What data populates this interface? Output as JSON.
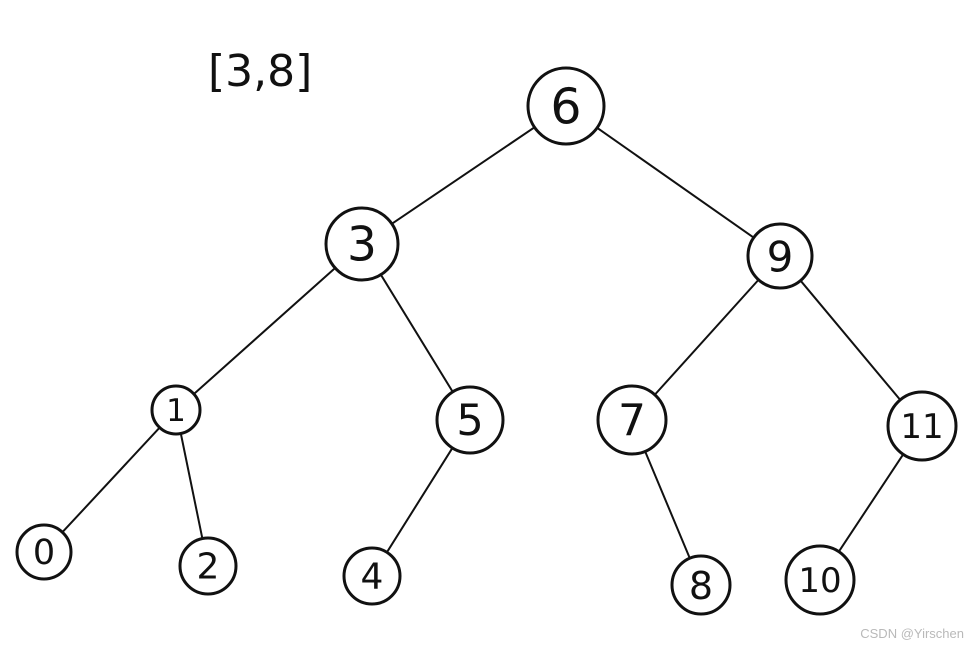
{
  "range_label": "[3,8]",
  "watermark": "CSDN @Yirschen",
  "nodes": [
    {
      "id": "n6",
      "label": "6"
    },
    {
      "id": "n3",
      "label": "3"
    },
    {
      "id": "n9",
      "label": "9"
    },
    {
      "id": "n1",
      "label": "1"
    },
    {
      "id": "n5",
      "label": "5"
    },
    {
      "id": "n7",
      "label": "7"
    },
    {
      "id": "n11",
      "label": "11"
    },
    {
      "id": "n0",
      "label": "0"
    },
    {
      "id": "n2",
      "label": "2"
    },
    {
      "id": "n4",
      "label": "4"
    },
    {
      "id": "n8",
      "label": "8"
    },
    {
      "id": "n10",
      "label": "10"
    }
  ],
  "edges": [
    {
      "from": "n6",
      "to": "n3"
    },
    {
      "from": "n6",
      "to": "n9"
    },
    {
      "from": "n3",
      "to": "n1"
    },
    {
      "from": "n3",
      "to": "n5"
    },
    {
      "from": "n9",
      "to": "n7"
    },
    {
      "from": "n9",
      "to": "n11"
    },
    {
      "from": "n1",
      "to": "n0"
    },
    {
      "from": "n1",
      "to": "n2"
    },
    {
      "from": "n5",
      "to": "n4"
    },
    {
      "from": "n7",
      "to": "n8"
    },
    {
      "from": "n11",
      "to": "n10"
    }
  ]
}
